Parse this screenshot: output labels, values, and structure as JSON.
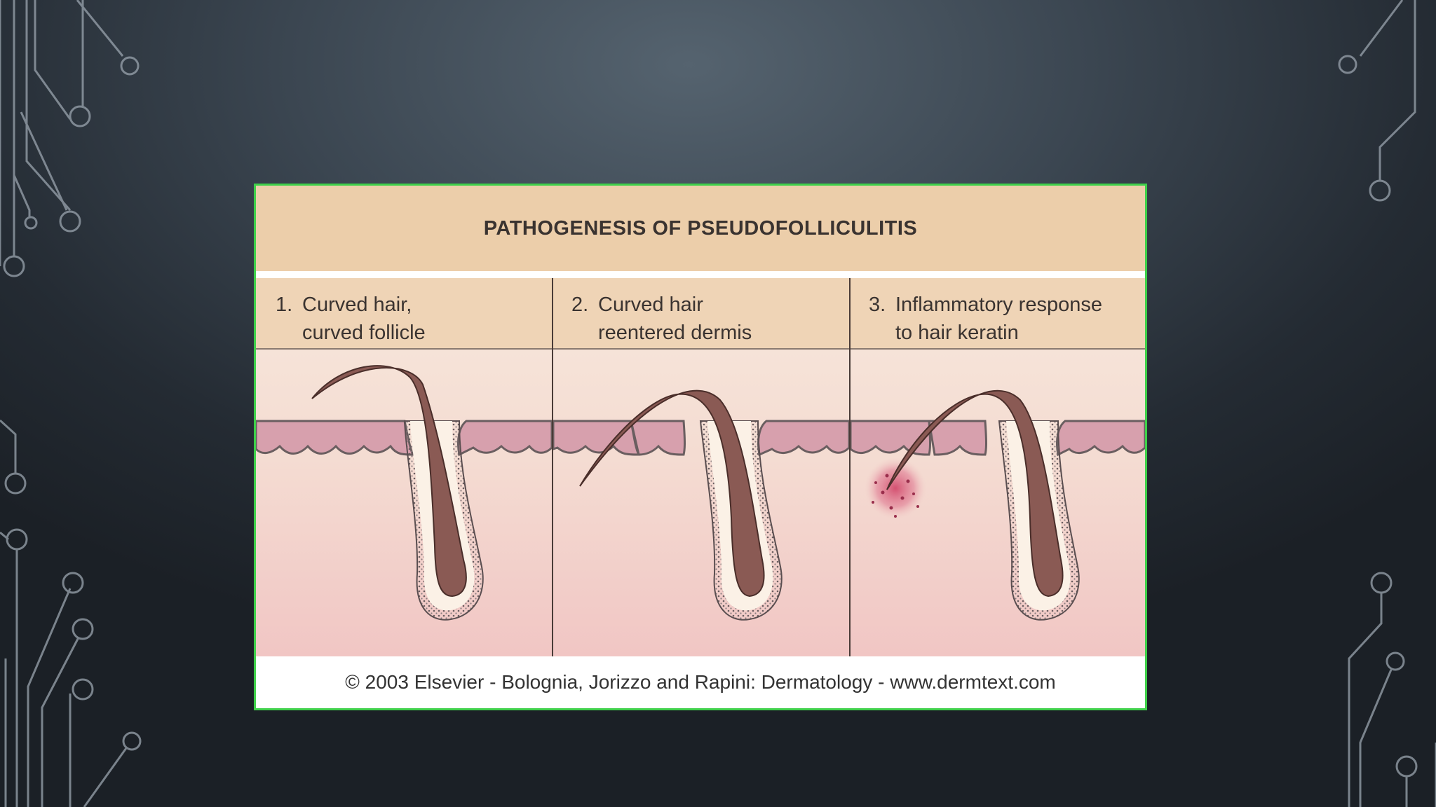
{
  "figure": {
    "title": "PATHOGENESIS OF PSEUDOFOLLICULITIS",
    "panels": [
      {
        "number": "1.",
        "line1": "Curved hair,",
        "line2": "curved follicle"
      },
      {
        "number": "2.",
        "line1": "Curved hair",
        "line2": "reentered dermis"
      },
      {
        "number": "3.",
        "line1": "Inflammatory response",
        "line2": "to hair keratin"
      }
    ],
    "credit": "© 2003 Elsevier - Bolognia, Jorizzo and Rapini: Dermatology - www.dermtext.com"
  },
  "colors": {
    "border": "#3fd04a",
    "title_band": "#ecceaa",
    "header_band": "#efd4b6",
    "epidermis": "#d7a0ad",
    "dermis_top": "#f4dcd2",
    "dermis_bottom": "#f1c8c6",
    "hair": "#8a5a54",
    "inflammation": "#d45a78"
  }
}
